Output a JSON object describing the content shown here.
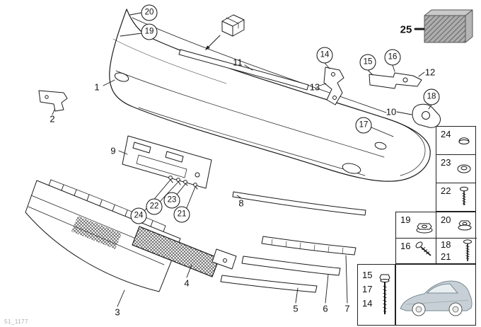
{
  "diagram": {
    "code": "51_1177"
  },
  "callouts": {
    "plain": {
      "p1": "1",
      "p2": "2",
      "p3": "3",
      "p4": "4",
      "p5": "5",
      "p6": "6",
      "p7": "7",
      "p8": "8",
      "p9": "9",
      "p10": "10",
      "p11": "11",
      "p12": "12",
      "p13": "13"
    },
    "circled": {
      "c14": "14",
      "c15": "15",
      "c16": "16",
      "c17": "17",
      "c18": "18",
      "c19": "19",
      "c20": "20",
      "c21": "21",
      "c22": "22",
      "c23": "23",
      "c24": "24"
    },
    "highlighted": {
      "p25": "25"
    }
  },
  "sidebar": {
    "covers_box": {
      "r24": "24",
      "r23": "23",
      "r22": "22"
    },
    "nuts_box": {
      "r19": "19",
      "r16": "16",
      "r20": "20",
      "r18": "18",
      "r21": "21"
    },
    "bolts_box": {
      "r15": "15",
      "r17": "17",
      "r14": "14"
    }
  },
  "colors": {
    "line": "#1a1a1a",
    "block_fill": "#adadad",
    "car_body": "#c7d0d6"
  }
}
